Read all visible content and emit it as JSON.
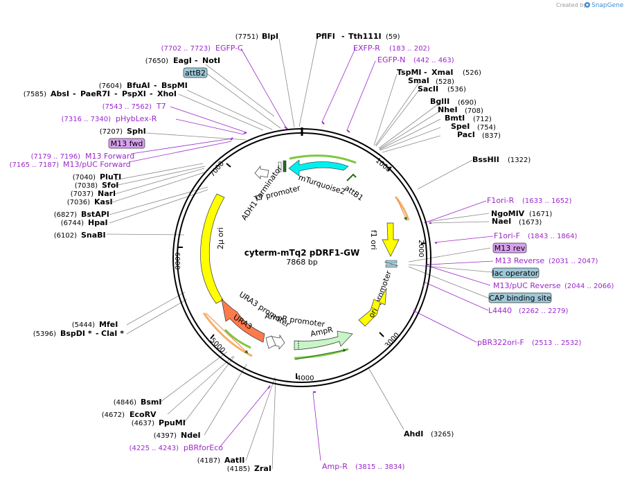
{
  "header": {
    "credit": "Created by",
    "brand": "SnapGene"
  },
  "plasmid": {
    "name": "cyterm-mTq2 pDRF1-GW",
    "length": "7868 bp",
    "total_bp": 7868
  },
  "colors": {
    "primer": "#9b27c9",
    "box_purple": "#d9a1f0",
    "box_blue": "#9ec9d9",
    "orf_cyan": "#00f0f0",
    "orf_yellow": "#ffff00",
    "orf_orange": "#ff7a4c",
    "orf_green": "#c8f5c8",
    "highlight_green": "#7fc63f",
    "highlight_orange": "#f2b266"
  },
  "ticks": [
    "1000",
    "2000",
    "3000",
    "4000",
    "5000",
    "6000",
    "7000"
  ],
  "features": {
    "mturquoise2": "mTurquoise2",
    "attb1": "attB1",
    "t7_promoter": "T7 promoter",
    "adh1_terminator": "ADH1 terminator",
    "two_mu_ori": "2μ ori",
    "f1_ori": "f1 ori",
    "lac_promoter": "lac promoter",
    "ori": "ori",
    "ampr": "AmpR",
    "ampr_promoter": "AmpR promoter",
    "ura3": "URA3",
    "ura3_promoter": "URA3 promoter"
  },
  "labels": {
    "blpi": {
      "name": "BlpI",
      "pos": "(7751)"
    },
    "pflfi": {
      "name": "PflFI",
      "name2": "Tth111I",
      "pos": "(59)"
    },
    "egfp_c": {
      "name": "EGFP-C",
      "pos": "(7702 .. 7723)"
    },
    "exfp_r": {
      "name": "EXFP-R",
      "pos": "(183 .. 202)"
    },
    "eagi": {
      "name": "EagI",
      "name2": "NotI",
      "pos": "(7650)"
    },
    "egfp_n": {
      "name": "EGFP-N",
      "pos": "(442 .. 463)"
    },
    "attb2": {
      "name": "attB2"
    },
    "tspmi": {
      "name": "TspMI",
      "name2": "XmaI",
      "pos": "(526)"
    },
    "smai": {
      "name": "SmaI",
      "pos": "(528)"
    },
    "bfuai": {
      "name": "BfuAI",
      "name2": "BspMI",
      "pos": "(7604)"
    },
    "sacii": {
      "name": "SacII",
      "pos": "(536)"
    },
    "absi": {
      "name": "AbsI",
      "name2": "PaeR7I",
      "name3": "PspXI",
      "name4": "XhoI",
      "pos": "(7585)"
    },
    "bglii": {
      "name": "BglII",
      "pos": "(690)"
    },
    "t7": {
      "name": "T7",
      "pos": "(7543 .. 7562)"
    },
    "nhei": {
      "name": "NheI",
      "pos": "(708)"
    },
    "bmti": {
      "name": "BmtI",
      "pos": "(712)"
    },
    "phyblex": {
      "name": "pHybLex-R",
      "pos": "(7316 .. 7340)"
    },
    "spei": {
      "name": "SpeI",
      "pos": "(754)"
    },
    "sphi": {
      "name": "SphI",
      "pos": "(7207)"
    },
    "paci": {
      "name": "PacI",
      "pos": "(837)"
    },
    "m13fwd": {
      "name": "M13 fwd"
    },
    "m13forward": {
      "name": "M13 Forward",
      "pos": "(7179 .. 7196)"
    },
    "m13puc_fwd": {
      "name": "M13/pUC Forward",
      "pos": "(7165 .. 7187)"
    },
    "bsshii": {
      "name": "BssHII",
      "pos": "(1322)"
    },
    "pluti": {
      "name": "PluTI",
      "pos": "(7040)"
    },
    "sfoi": {
      "name": "SfoI",
      "pos": "(7038)"
    },
    "nari": {
      "name": "NarI",
      "pos": "(7037)"
    },
    "kasi": {
      "name": "KasI",
      "pos": "(7036)"
    },
    "f1ori_r": {
      "name": "F1ori-R",
      "pos": "(1633 .. 1652)"
    },
    "ngomiv": {
      "name": "NgoMIV",
      "pos": "(1671)"
    },
    "bstapi": {
      "name": "BstAPI",
      "pos": "(6827)"
    },
    "naei": {
      "name": "NaeI",
      "pos": "(1673)"
    },
    "hpai": {
      "name": "HpaI",
      "pos": "(6744)"
    },
    "f1ori_f": {
      "name": "F1ori-F",
      "pos": "(1843 .. 1864)"
    },
    "snabi": {
      "name": "SnaBI",
      "pos": "(6102)"
    },
    "m13rev": {
      "name": "M13 rev"
    },
    "m13reverse": {
      "name": "M13 Reverse",
      "pos": "(2031 .. 2047)"
    },
    "lacop": {
      "name": "lac operator"
    },
    "m13puc_rev": {
      "name": "M13/pUC Reverse",
      "pos": "(2044 .. 2066)"
    },
    "cap": {
      "name": "CAP binding site"
    },
    "l4440": {
      "name": "L4440",
      "pos": "(2262 .. 2279)"
    },
    "mfei": {
      "name": "MfeI",
      "pos": "(5444)"
    },
    "bspdi": {
      "name": "BspDI *",
      "name2": "ClaI *",
      "pos": "(5396)"
    },
    "pbr322": {
      "name": "pBR322ori-F",
      "pos": "(2513 .. 2532)"
    },
    "bsmi": {
      "name": "BsmI",
      "pos": "(4846)"
    },
    "ecorv": {
      "name": "EcoRV",
      "pos": "(4672)"
    },
    "ppumi": {
      "name": "PpuMI",
      "pos": "(4637)"
    },
    "ahdi": {
      "name": "AhdI",
      "pos": "(3265)"
    },
    "ndei": {
      "name": "NdeI",
      "pos": "(4397)"
    },
    "pbrforeco": {
      "name": "pBRforEco",
      "pos": "(4225 .. 4243)"
    },
    "aatii": {
      "name": "AatII",
      "pos": "(4187)"
    },
    "zrai": {
      "name": "ZraI",
      "pos": "(4185)"
    },
    "ampr_primer": {
      "name": "Amp-R",
      "pos": "(3815 .. 3834)"
    }
  }
}
